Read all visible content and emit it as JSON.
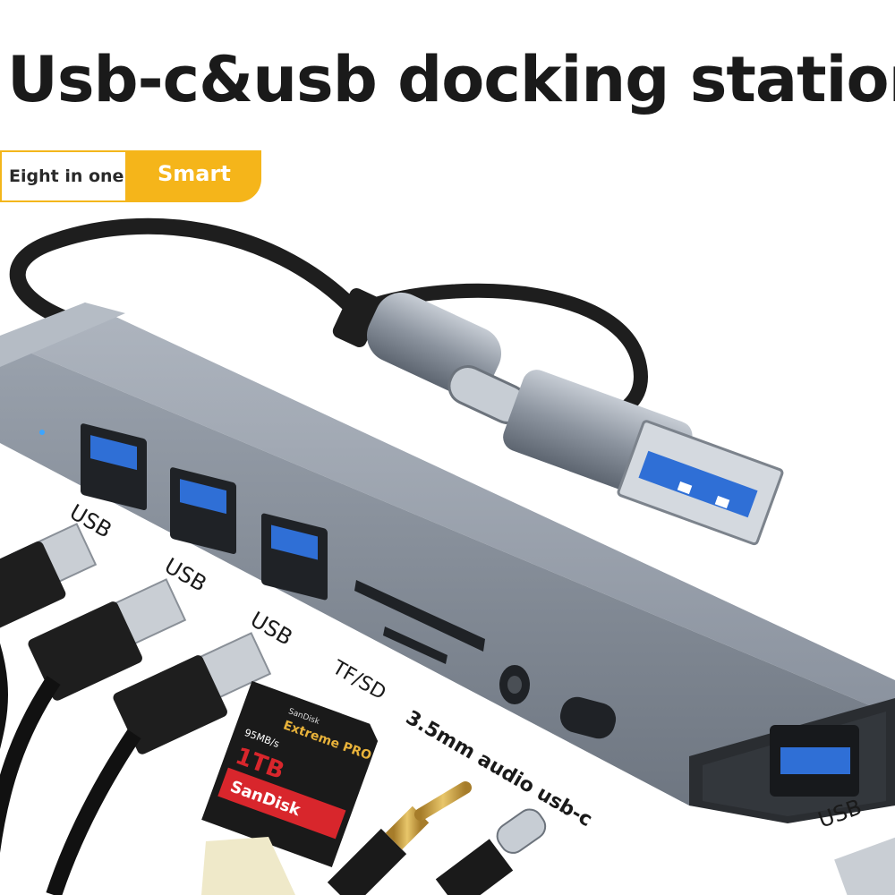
{
  "title": "Usb-c&usb docking station",
  "badge": {
    "left_label": "Eight in one•",
    "right_label": "Smart"
  },
  "port_labels": {
    "usb1": "USB",
    "usb2": "USB",
    "usb3": "USB",
    "tfsd": "TF/SD",
    "audio_usbc": "3.5mm audio usb-c",
    "usb_right": "USB"
  },
  "sd_card": {
    "brand_top": "SanDisk",
    "line": "Extreme PRO",
    "speed": "95MB/s",
    "capacity": "1TB",
    "brand": "SanDisk"
  },
  "colors": {
    "accent": "#f5b51a",
    "hub": "#8d96a3",
    "usb_blue": "#2f6fd6"
  }
}
